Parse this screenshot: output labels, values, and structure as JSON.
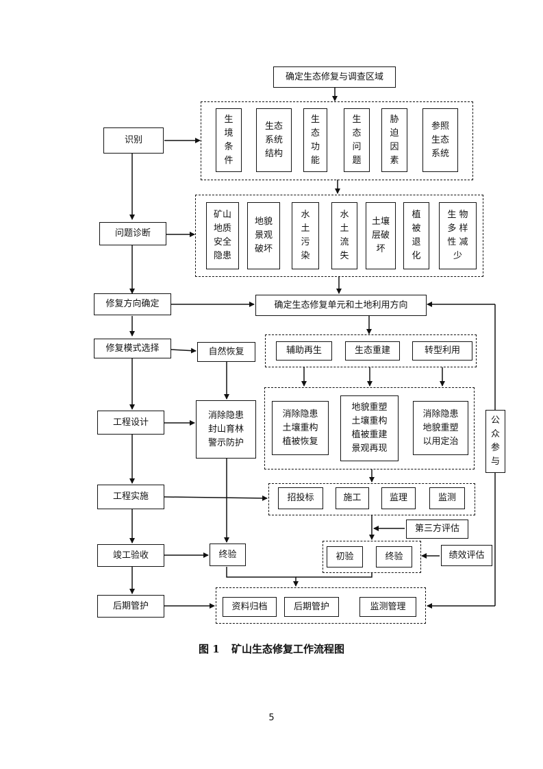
{
  "flow": {
    "top_box": "确定生态修复与调查区域",
    "identify_items": [
      "生\n境\n条\n件",
      "生态\n系统\n结构",
      "生\n态\n功\n能",
      "生\n态\n问\n题",
      "胁\n迫\n因\n素",
      "参照\n生态\n系统"
    ],
    "problem_items": [
      "矿山\n地质\n安全\n隐患",
      "地貌\n景观\n破坏",
      "水\n土\n污\n染",
      "水\n土\n流\n失",
      "土壤\n层破\n坏",
      "植\n被\n退\n化",
      "生 物\n多 样\n性 减\n少"
    ],
    "unit_box": "确定生态修复单元和土地利用方向",
    "modes": [
      "辅助再生",
      "生态重建",
      "转型利用"
    ],
    "measures": [
      "消除隐患\n土壤重构\n植被恢复",
      "地貌重塑\n土壤重构\n植被重建\n景观再现",
      "消除隐患\n地貌重塑\n以用定治"
    ],
    "natural": "自然恢复",
    "natural_measure": "消除隐患\n封山育林\n警示防护",
    "implement_items": [
      "招投标",
      "施工",
      "监理",
      "监测"
    ],
    "third_party": "第三方评估",
    "accept_items": [
      "初验",
      "终验"
    ],
    "performance": "绩效评估",
    "final_accept": "终验",
    "post_items": [
      "资料归档",
      "后期管护",
      "监测管理"
    ],
    "public": "公\n众\n参\n与"
  },
  "stages": [
    "识别",
    "问题诊断",
    "修复方向确定",
    "修复模式选择",
    "工程设计",
    "工程实施",
    "竣工验收",
    "后期管护"
  ],
  "caption": {
    "label": "图 1",
    "title": "矿山生态修复工作流程图"
  },
  "page_number": "5"
}
